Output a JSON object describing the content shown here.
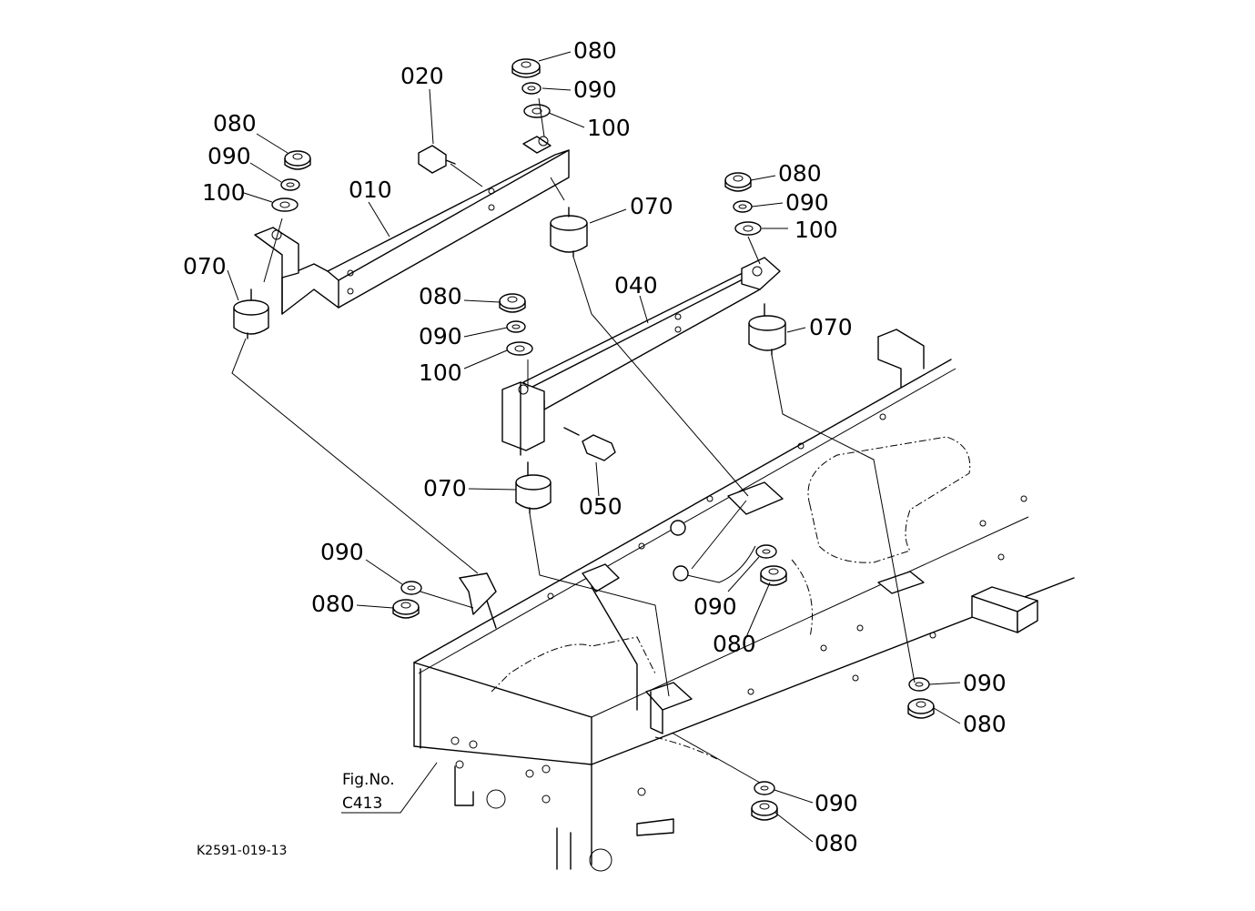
{
  "figure": {
    "drawing_id": "K2591-019-13",
    "fig_ref": {
      "line1": "Fig.No.",
      "line2": "C413"
    }
  },
  "labels": [
    {
      "id": "l1",
      "text": "080"
    },
    {
      "id": "l2",
      "text": "090"
    },
    {
      "id": "l3",
      "text": "100"
    },
    {
      "id": "l4",
      "text": "020"
    },
    {
      "id": "l5",
      "text": "080"
    },
    {
      "id": "l6",
      "text": "090"
    },
    {
      "id": "l7",
      "text": "100"
    },
    {
      "id": "l8",
      "text": "010"
    },
    {
      "id": "l9",
      "text": "070"
    },
    {
      "id": "l10",
      "text": "070"
    },
    {
      "id": "l11",
      "text": "080"
    },
    {
      "id": "l12",
      "text": "090"
    },
    {
      "id": "l13",
      "text": "100"
    },
    {
      "id": "l14",
      "text": "040"
    },
    {
      "id": "l15",
      "text": "070"
    },
    {
      "id": "l16",
      "text": "080"
    },
    {
      "id": "l17",
      "text": "090"
    },
    {
      "id": "l18",
      "text": "100"
    },
    {
      "id": "l19",
      "text": "050"
    },
    {
      "id": "l20",
      "text": "070"
    },
    {
      "id": "l21",
      "text": "090"
    },
    {
      "id": "l22",
      "text": "080"
    },
    {
      "id": "l23",
      "text": "090"
    },
    {
      "id": "l24",
      "text": "080"
    },
    {
      "id": "l25",
      "text": "090"
    },
    {
      "id": "l26",
      "text": "080"
    },
    {
      "id": "l27",
      "text": "090"
    },
    {
      "id": "l28",
      "text": "080"
    }
  ]
}
